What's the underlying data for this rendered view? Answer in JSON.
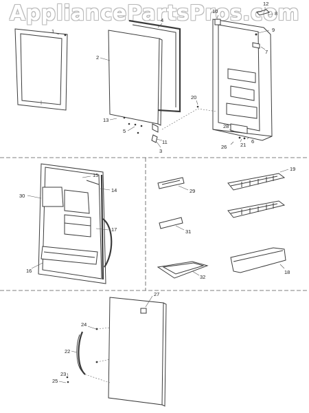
{
  "watermark": "AppliancePartsPros.com",
  "callouts": {
    "c1": "1",
    "c2": "2",
    "c3": "3",
    "c4": "4",
    "c5": "5",
    "c6": "6",
    "c7": "7",
    "c8": "8",
    "c9": "9",
    "c10": "10",
    "c11": "11",
    "c12": "12",
    "c13": "13",
    "c14": "14",
    "c15": "15",
    "c16": "16",
    "c17": "17",
    "c18": "18",
    "c19": "19",
    "c20": "20",
    "c21": "21",
    "c22": "22",
    "c23": "23",
    "c24": "24",
    "c25": "25",
    "c26": "26",
    "c27": "27",
    "c28": "28",
    "c29": "29",
    "c30": "30",
    "c31": "31",
    "c32": "32"
  }
}
